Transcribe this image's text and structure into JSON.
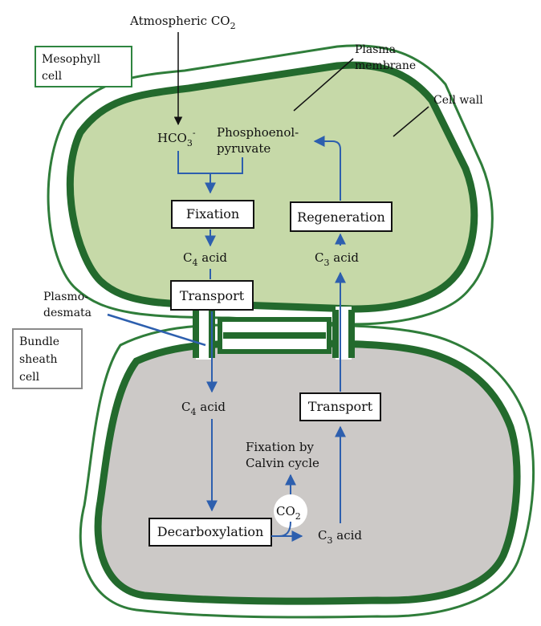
{
  "labels": {
    "atmospheric": "Atmospheric CO",
    "atmospheric_sub": "2",
    "mesophyll_line1": "Mesophyll",
    "mesophyll_line2": "cell",
    "plasma_line1": "Plasma",
    "plasma_line2": "membrane",
    "cell_wall": "Cell wall",
    "hco3_main": "HCO",
    "hco3_sub": "3",
    "hco3_sup": "-",
    "pep_line1": "Phosphoenol-",
    "pep_line2": "pyruvate",
    "c4_top_main": "C",
    "c4_top_sub": "4",
    "c4_top_rest": " acid",
    "c3_top_main": "C",
    "c3_top_sub": "3",
    "c3_top_rest": " acid",
    "plasmo_line1": "Plasmo-",
    "plasmo_line2": "desmata",
    "bundle_line1": "Bundle",
    "bundle_line2": "sheath",
    "bundle_line3": "cell",
    "c4_bot_main": "C",
    "c4_bot_sub": "4",
    "c4_bot_rest": " acid",
    "fixation_calvin_line1": "Fixation by",
    "fixation_calvin_line2": "Calvin cycle",
    "co2_main": "CO",
    "co2_sub": "2",
    "c3_bot_main": "C",
    "c3_bot_sub": "3",
    "c3_bot_rest": " acid"
  },
  "boxes": {
    "fixation": "Fixation",
    "regeneration": "Regeneration",
    "transport_top": "Transport",
    "transport_bottom": "Transport",
    "decarboxylation": "Decarboxylation"
  },
  "colors": {
    "cell_wall": "#2f7d3a",
    "membrane": "#236a2d",
    "mesophyll_fill": "#c6d9a8",
    "bundle_fill": "#ccc9c7",
    "arrow": "#2d5fae",
    "mesophyll_box": "#2e8540",
    "bundle_box": "#8a8a8a"
  }
}
